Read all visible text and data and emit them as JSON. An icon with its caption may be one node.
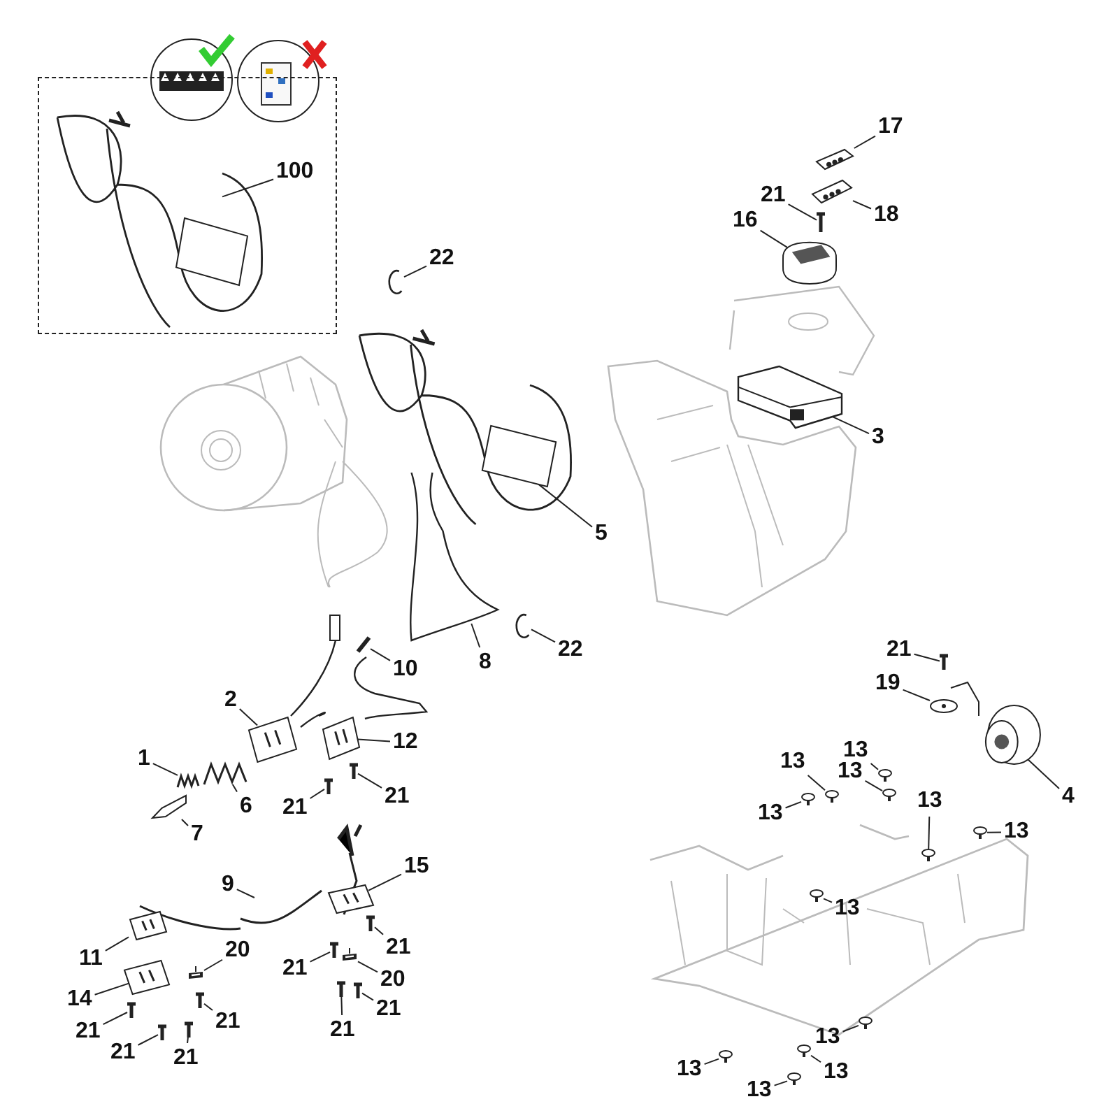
{
  "diagram": {
    "nodes": [
      {
        "text": [],
        "shape": "box"
      },
      {
        "text": [
          "100"
        ],
        "in": 0
      },
      {
        "text": [
          "22"
        ]
      },
      {
        "text": [
          "17"
        ]
      },
      {
        "text": [
          "21"
        ]
      },
      {
        "text": [
          "18"
        ]
      },
      {
        "text": [
          "16"
        ]
      },
      {
        "text": [
          "3"
        ]
      },
      {
        "text": [
          "5"
        ]
      },
      {
        "text": [
          "22"
        ]
      },
      {
        "text": [
          "8"
        ]
      },
      {
        "text": [
          "10"
        ]
      },
      {
        "text": [
          "2"
        ]
      },
      {
        "text": [
          "12"
        ]
      },
      {
        "text": [
          "1"
        ]
      },
      {
        "text": [
          "6"
        ]
      },
      {
        "text": [
          "7"
        ]
      },
      {
        "text": [
          "21"
        ]
      },
      {
        "text": [
          "21"
        ]
      },
      {
        "text": [
          "9"
        ]
      },
      {
        "text": [
          "15"
        ]
      },
      {
        "text": [
          "11"
        ]
      },
      {
        "text": [
          "20"
        ]
      },
      {
        "text": [
          "14"
        ]
      },
      {
        "text": [
          "21"
        ]
      },
      {
        "text": [
          "20"
        ]
      },
      {
        "text": [
          "21"
        ]
      },
      {
        "text": [
          "21"
        ]
      },
      {
        "text": [
          "21"
        ]
      },
      {
        "text": [
          "21"
        ]
      },
      {
        "text": [
          "21"
        ]
      },
      {
        "text": [
          "21"
        ]
      },
      {
        "text": [
          "21"
        ]
      },
      {
        "text": [
          "21"
        ]
      },
      {
        "text": [
          "19"
        ]
      },
      {
        "text": [
          "4"
        ]
      },
      {
        "text": [
          "13"
        ]
      },
      {
        "text": [
          "13"
        ]
      },
      {
        "text": [
          "13"
        ]
      },
      {
        "text": [
          "13"
        ]
      },
      {
        "text": [
          "13"
        ]
      },
      {
        "text": [
          "13"
        ]
      },
      {
        "text": [
          "13"
        ]
      },
      {
        "text": [
          "13"
        ]
      },
      {
        "text": [
          "13"
        ]
      },
      {
        "text": [
          "13"
        ]
      },
      {
        "text": [
          "13"
        ]
      },
      {
        "text": [],
        "shape": "picture",
        "in": 0
      },
      {
        "text": [],
        "shape": "picture"
      },
      {
        "text": [],
        "shape": "picture"
      },
      {
        "text": [],
        "shape": "picture"
      },
      {
        "text": [],
        "shape": "picture"
      },
      {
        "text": [],
        "shape": "picture"
      },
      {
        "text": [],
        "shape": "picture"
      },
      {
        "text": [],
        "shape": "picture"
      },
      {
        "text": [],
        "shape": "picture"
      },
      {
        "text": [],
        "shape": "picture"
      },
      {
        "text": [],
        "shape": "picture"
      },
      {
        "text": [],
        "shape": "picture"
      },
      {
        "text": [],
        "shape": "picture"
      },
      {
        "text": [],
        "shape": "picture"
      },
      {
        "text": [],
        "shape": "picture"
      },
      {
        "text": [],
        "shape": "picture"
      },
      {
        "text": [],
        "shape": "picture"
      },
      {
        "text": [],
        "shape": "picture"
      },
      {
        "text": [],
        "shape": "picture"
      },
      {
        "text": [],
        "shape": "picture"
      },
      {
        "text": [],
        "shape": "picture"
      },
      {
        "text": [],
        "shape": "picture"
      },
      {
        "text": [],
        "shape": "picture"
      },
      {
        "text": [],
        "shape": "picture"
      },
      {
        "text": [],
        "shape": "picture"
      },
      {
        "text": [],
        "shape": "picture"
      },
      {
        "text": [],
        "shape": "picture"
      },
      {
        "text": [],
        "shape": "picture"
      },
      {
        "text": [],
        "shape": "picture"
      },
      {
        "text": [],
        "shape": "picture"
      },
      {
        "text": [],
        "shape": "picture"
      },
      {
        "text": [],
        "shape": "picture"
      },
      {
        "text": [],
        "shape": "picture"
      },
      {
        "text": [],
        "shape": "picture"
      },
      {
        "text": [],
        "shape": "picture"
      },
      {
        "text": [],
        "shape": "picture"
      },
      {
        "text": [],
        "shape": "picture"
      },
      {
        "text": [],
        "shape": "picture"
      },
      {
        "text": [],
        "shape": "picture"
      },
      {
        "text": [],
        "shape": "picture"
      },
      {
        "text": [],
        "shape": "picture"
      },
      {
        "text": [],
        "shape": "picture"
      },
      {
        "text": [],
        "shape": "picture"
      },
      {
        "text": [],
        "shape": "picture"
      },
      {
        "text": [],
        "shape": "picture"
      },
      {
        "text": [],
        "shape": "picture"
      }
    ],
    "edges": [
      {
        "from": 1,
        "to": 47,
        "arrow": "none"
      },
      {
        "from": 2,
        "to": 48,
        "arrow": "none"
      },
      {
        "from": 3,
        "to": 49,
        "arrow": "none"
      },
      {
        "from": 4,
        "to": 50,
        "arrow": "none"
      },
      {
        "from": 5,
        "to": 51,
        "arrow": "none"
      },
      {
        "from": 6,
        "to": 52,
        "arrow": "none"
      },
      {
        "from": 7,
        "to": 53,
        "arrow": "none"
      },
      {
        "from": 8,
        "to": 54,
        "arrow": "none"
      },
      {
        "from": 9,
        "to": 55,
        "arrow": "none"
      },
      {
        "from": 10,
        "to": 56,
        "arrow": "none"
      },
      {
        "from": 11,
        "to": 57,
        "arrow": "none"
      },
      {
        "from": 12,
        "to": 58,
        "arrow": "none"
      },
      {
        "from": 13,
        "to": 59,
        "arrow": "none"
      },
      {
        "from": 14,
        "to": 60,
        "arrow": "none"
      },
      {
        "from": 15,
        "to": 61,
        "arrow": "none"
      },
      {
        "from": 16,
        "to": 62,
        "arrow": "none"
      },
      {
        "from": 17,
        "to": 63,
        "arrow": "none"
      },
      {
        "from": 18,
        "to": 64,
        "arrow": "none"
      },
      {
        "from": 19,
        "to": 65,
        "arrow": "none"
      },
      {
        "from": 20,
        "to": 66,
        "arrow": "none"
      },
      {
        "from": 21,
        "to": 67,
        "arrow": "none"
      },
      {
        "from": 22,
        "to": 68,
        "arrow": "none"
      },
      {
        "from": 23,
        "to": 69,
        "arrow": "none"
      },
      {
        "from": 24,
        "to": 70,
        "arrow": "none"
      },
      {
        "from": 25,
        "to": 71,
        "arrow": "none"
      },
      {
        "from": 26,
        "to": 72,
        "arrow": "none"
      },
      {
        "from": 27,
        "to": 73,
        "arrow": "none"
      },
      {
        "from": 28,
        "to": 74,
        "arrow": "none"
      },
      {
        "from": 29,
        "to": 75,
        "arrow": "none"
      },
      {
        "from": 30,
        "to": 76,
        "arrow": "none"
      },
      {
        "from": 31,
        "to": 77,
        "arrow": "none"
      },
      {
        "from": 32,
        "to": 78,
        "arrow": "none"
      },
      {
        "from": 33,
        "to": 79,
        "arrow": "none"
      },
      {
        "from": 34,
        "to": 80,
        "arrow": "none"
      },
      {
        "from": 35,
        "to": 81,
        "arrow": "none"
      },
      {
        "from": 36,
        "to": 82,
        "arrow": "none"
      },
      {
        "from": 37,
        "to": 83,
        "arrow": "none"
      },
      {
        "from": 38,
        "to": 84,
        "arrow": "none"
      },
      {
        "from": 39,
        "to": 85,
        "arrow": "none"
      },
      {
        "from": 40,
        "to": 86,
        "arrow": "none"
      },
      {
        "from": 41,
        "to": 87,
        "arrow": "none"
      },
      {
        "from": 42,
        "to": 88,
        "arrow": "none"
      },
      {
        "from": 43,
        "to": 89,
        "arrow": "none"
      },
      {
        "from": 44,
        "to": 90,
        "arrow": "none"
      },
      {
        "from": 45,
        "to": 91,
        "arrow": "none"
      },
      {
        "from": 46,
        "to": 92,
        "arrow": "none"
      }
    ]
  }
}
